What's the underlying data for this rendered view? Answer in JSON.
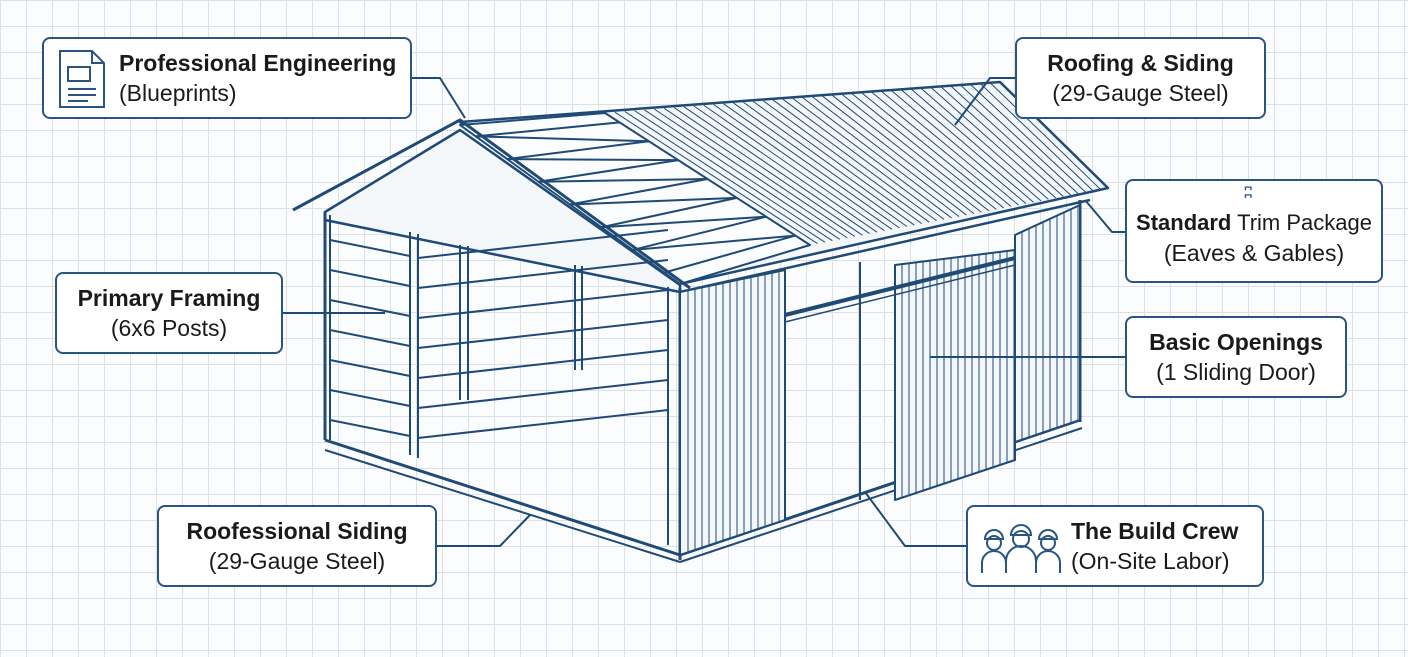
{
  "colors": {
    "line": "#1f4a75",
    "border": "#2a5580"
  },
  "callouts": {
    "engineering": {
      "title": "Professional Engineering",
      "sub": "(Blueprints)",
      "icon": "blueprint-document-icon"
    },
    "roofing": {
      "title": "Roofing & Siding",
      "sub": "(29-Gauge Steel)"
    },
    "trim": {
      "title_bold": "Standard",
      "title_rest": " Trim Package",
      "sub": "(Eaves & Gables)",
      "icon": "trim-icon"
    },
    "framing": {
      "title": "Primary Framing",
      "sub": "(6x6 Posts)"
    },
    "openings": {
      "title": "Basic Openings",
      "sub": "(1 Sliding Door)"
    },
    "siding": {
      "title": "Roofessional Siding",
      "sub": "(29-Gauge Steel)"
    },
    "crew": {
      "title": "The Build Crew",
      "sub": "(On-Site Labor)",
      "icon": "workers-icon"
    }
  }
}
